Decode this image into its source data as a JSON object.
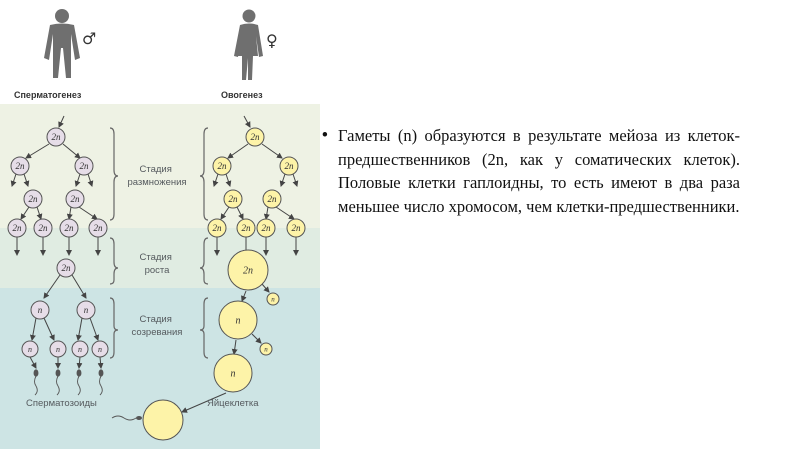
{
  "diagram": {
    "male_symbol": "♂",
    "female_symbol": "♀",
    "left_heading": "Сперматогенез",
    "right_heading": "Овогенез",
    "stages": [
      {
        "label_lines": [
          "Стадия",
          "размножения"
        ]
      },
      {
        "label_lines": [
          "Стадия",
          "роста"
        ]
      },
      {
        "label_lines": [
          "Стадия",
          "созревания"
        ]
      }
    ],
    "cell_diploid": "2n",
    "cell_haploid": "n",
    "left_bottom_label": "Сперматозоиды",
    "right_bottom_label": "Яйцеклетка",
    "colors": {
      "band1": "#eef2e4",
      "band2": "#e0ece2",
      "band3": "#cde4e4",
      "male_cell": "#e6dde8",
      "female_cell": "#fdf3a8",
      "outline": "#555555"
    }
  },
  "bullet_text": "Гаметы (n) образуются в результате мейоза из клеток-предшественников (2n, как у соматических клеток). Половые клетки гаплоидны, то есть имеют в два раза меньшее число хромосом, чем клетки-предшественники."
}
